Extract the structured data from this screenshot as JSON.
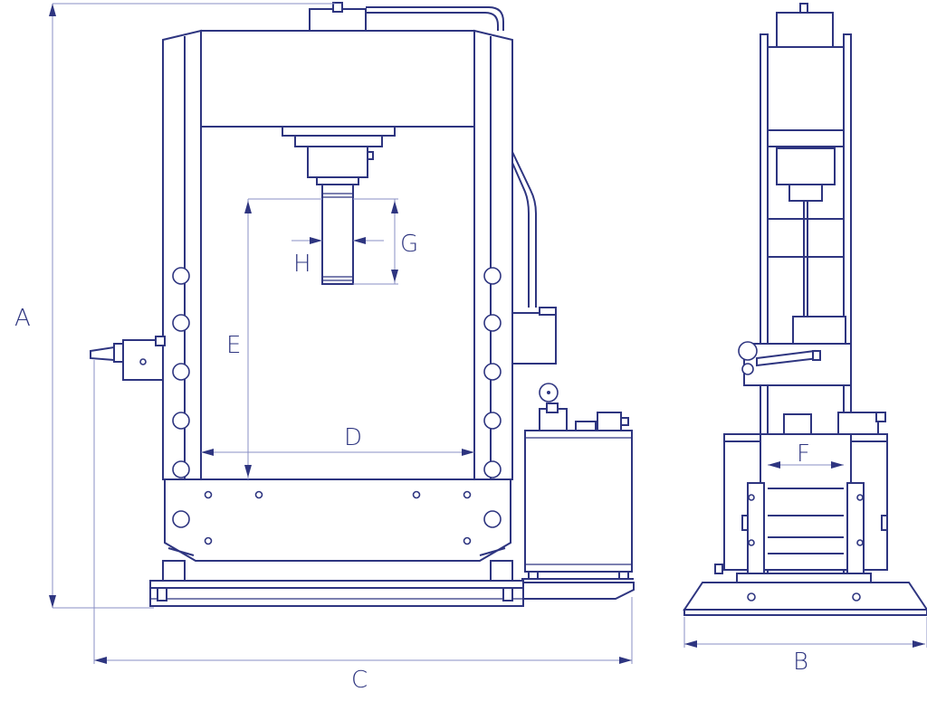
{
  "labels": {
    "A": "A",
    "B": "B",
    "C": "C",
    "D": "D",
    "E": "E",
    "F": "F",
    "G": "G",
    "H": "H"
  },
  "colors": {
    "line": "#2e3580",
    "dimension": "#8a8fc4",
    "background": "#ffffff"
  }
}
